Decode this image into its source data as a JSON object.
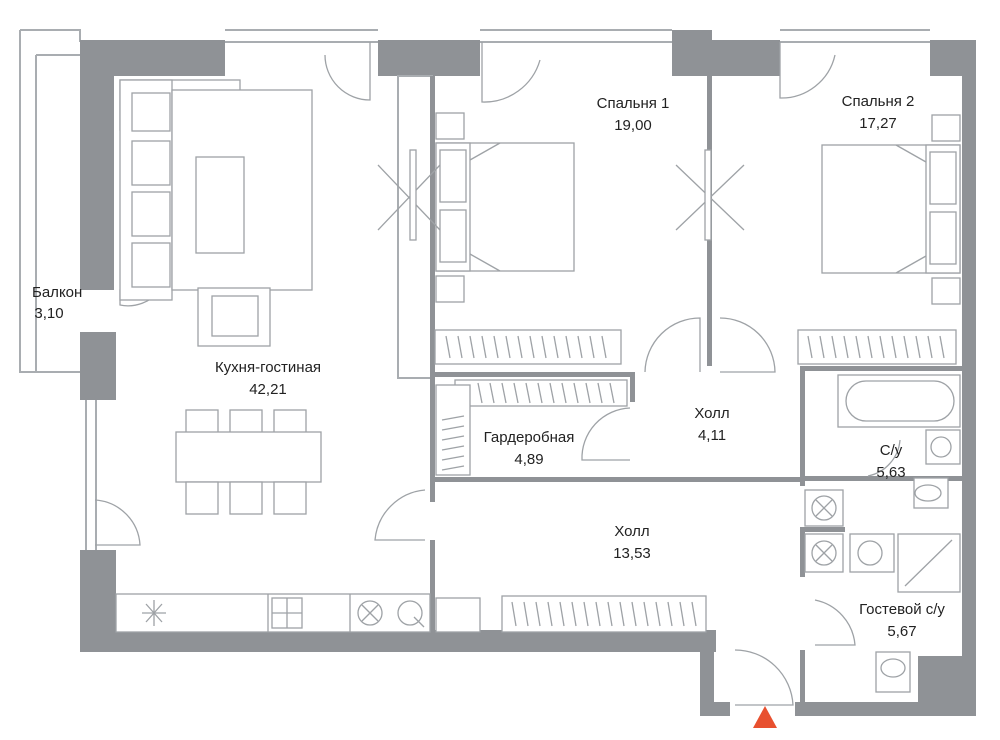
{
  "rooms": [
    {
      "key": "balcony",
      "name": "Балкон",
      "area": "3,10"
    },
    {
      "key": "living",
      "name": "Кухня-гостиная",
      "area": "42,21"
    },
    {
      "key": "bedroom1",
      "name": "Спальня 1",
      "area": "19,00"
    },
    {
      "key": "bedroom2",
      "name": "Спальня 2",
      "area": "17,27"
    },
    {
      "key": "wardrobe",
      "name": "Гардеробная",
      "area": "4,89"
    },
    {
      "key": "hall_small",
      "name": "Холл",
      "area": "4,11"
    },
    {
      "key": "bathroom",
      "name": "С/у",
      "area": "5,63"
    },
    {
      "key": "hall_large",
      "name": "Холл",
      "area": "13,53"
    },
    {
      "key": "guest_bath",
      "name": "Гостевой с/у",
      "area": "5,67"
    }
  ],
  "colors": {
    "wall": "#8f9296",
    "entrance_marker": "#e8502f"
  },
  "icons": [
    "entrance-marker-icon",
    "sofa-icon",
    "bed-icon",
    "bathtub-icon",
    "toilet-icon",
    "sink-icon",
    "stove-icon",
    "washer-icon"
  ]
}
